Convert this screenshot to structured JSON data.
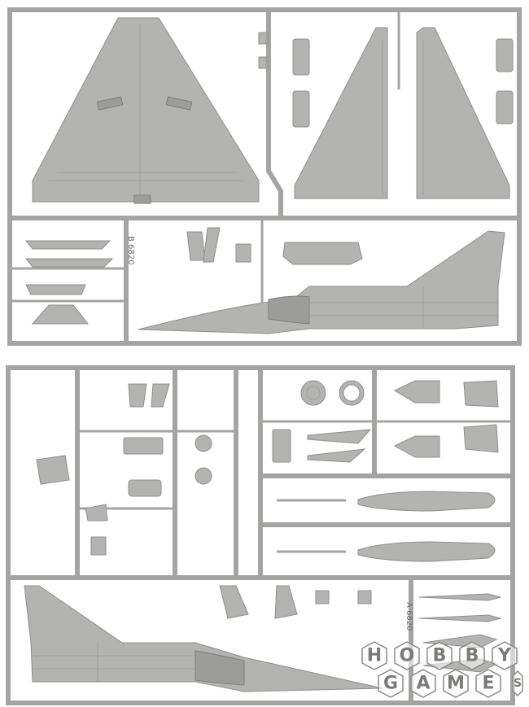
{
  "sprue_top": {
    "mold_code": "B 6820"
  },
  "sprue_bottom": {
    "mold_code": "A 6820"
  },
  "watermark": {
    "brand_row1": [
      "H",
      "O",
      "B",
      "B",
      "Y"
    ],
    "brand_row2": [
      "G",
      "A",
      "M",
      "E",
      "S"
    ]
  },
  "colors": {
    "plastic": "#b3b4b2",
    "runner": "#a4a5a3",
    "background": "#ffffff"
  }
}
